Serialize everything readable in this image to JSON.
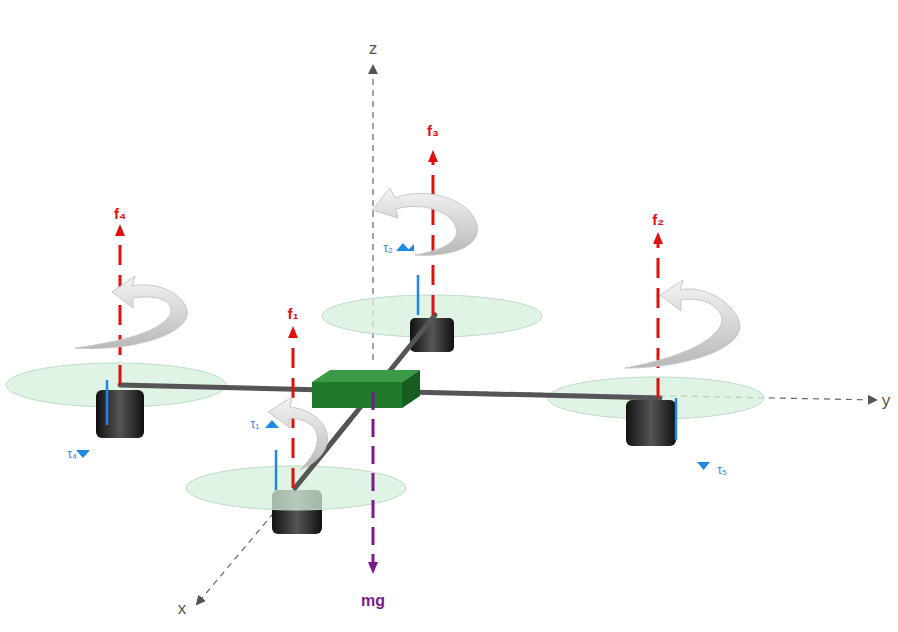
{
  "diagram": {
    "labels": [
      "z",
      "f₃",
      "τ₂",
      "f₄",
      "f₂",
      "f₁",
      "τ₁",
      "τ₄",
      "τ₅",
      "mg",
      "x",
      "y"
    ]
  }
}
